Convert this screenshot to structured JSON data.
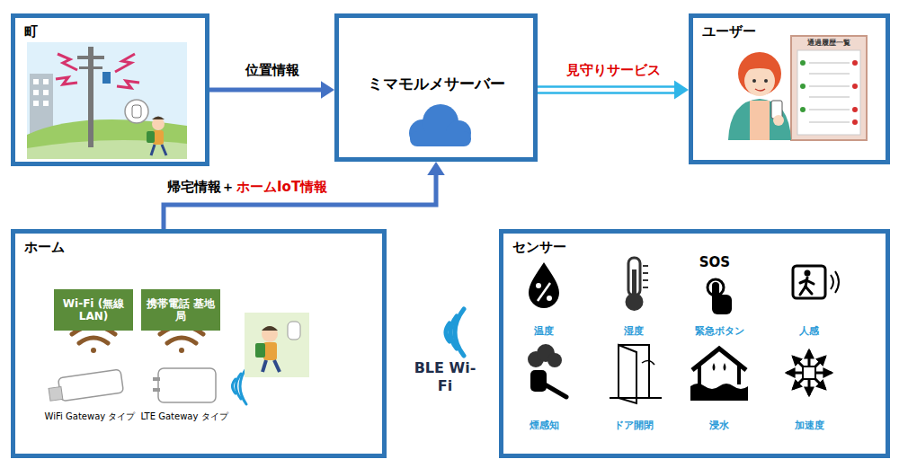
{
  "diagram": {
    "nodes": [
      {
        "text": [
          "町"
        ]
      },
      {
        "text": [
          "ミマモルメサーバー"
        ]
      },
      {
        "text": [
          "ユーザー"
        ]
      },
      {
        "text": [
          "ホーム"
        ]
      },
      {
        "text": [
          "Wi-Fi (無線LAN)"
        ],
        "in": 3
      },
      {
        "text": [
          "携帯電話 基地局"
        ],
        "in": 3
      },
      {
        "text": [
          "センサー"
        ]
      }
    ],
    "edges": [
      {
        "from": 0,
        "to": 1,
        "arrow": "to",
        "label": "位置情報"
      },
      {
        "from": 1,
        "to": 2,
        "arrow": "to",
        "label": "見守りサービス"
      },
      {
        "from": 3,
        "to": 1,
        "arrow": "to",
        "label": "帰宅情報＋"
      }
    ],
    "labels": [
      "ホームIoT情報",
      "通過履歴一覧",
      "WiFi Gateway タイプ",
      "LTE Gateway タイプ",
      "BLE Wi-Fi",
      "SOS",
      "温度",
      "湿度",
      "緊急ボタン",
      "人感",
      "煙感知",
      "ドア開閉",
      "浸水",
      "加速度"
    ]
  }
}
